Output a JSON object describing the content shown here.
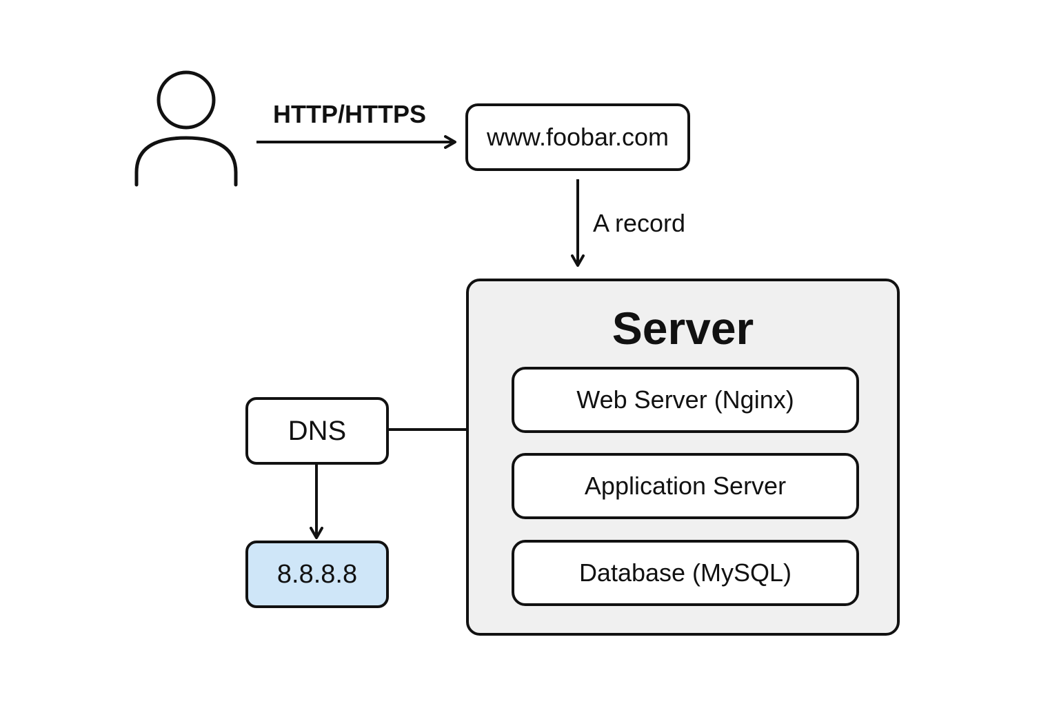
{
  "diagram": {
    "user": {
      "icon": "user-icon"
    },
    "edges": {
      "user_to_url": {
        "label": "HTTP/HTTPS"
      },
      "url_to_server": {
        "label": "A record"
      },
      "dns_to_server": {
        "label": ""
      },
      "dns_to_resolver": {
        "label": ""
      }
    },
    "url_node": {
      "label": "www.foobar.com"
    },
    "server": {
      "title": "Server",
      "components": [
        {
          "label": "Web Server (Nginx)"
        },
        {
          "label": "Application Server"
        },
        {
          "label": "Database (MySQL)"
        }
      ]
    },
    "dns_node": {
      "label": "DNS"
    },
    "resolver_node": {
      "label": "8.8.8.8"
    }
  },
  "colors": {
    "stroke": "#111111",
    "server_fill": "#f0f0f0",
    "resolver_fill": "#cfe6f8",
    "node_fill": "#ffffff"
  }
}
